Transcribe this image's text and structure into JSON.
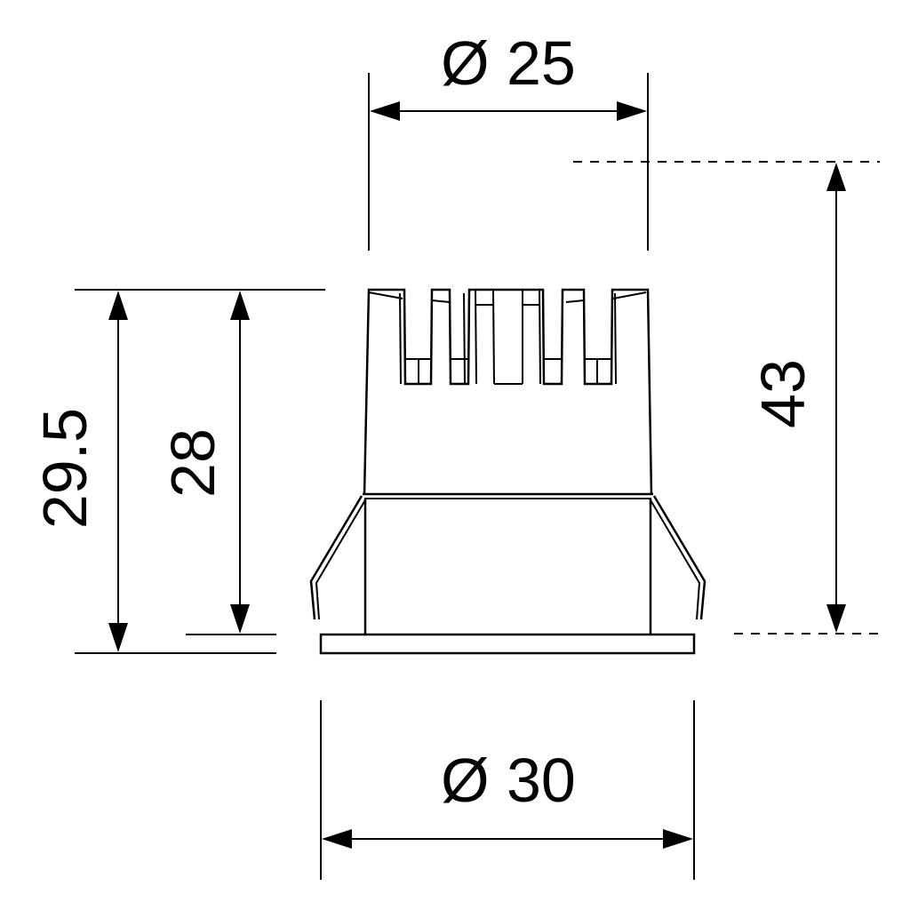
{
  "drawing": {
    "type": "technical dimension drawing",
    "subject": "recessed downlight with heatsink fins and spring clips",
    "units": "mm"
  },
  "dimensions": {
    "top_diameter": {
      "label": "Ø 25",
      "value": 25,
      "orientation": "horizontal"
    },
    "bottom_diameter": {
      "label": "Ø 30",
      "value": 30,
      "orientation": "horizontal"
    },
    "overall_height": {
      "label": "43",
      "value": 43,
      "orientation": "vertical"
    },
    "body_height_outer": {
      "label": "29.5",
      "value": 29.5,
      "orientation": "vertical"
    },
    "body_height_inner": {
      "label": "28",
      "value": 28,
      "orientation": "vertical"
    }
  },
  "colors": {
    "line": "#000000",
    "background": "#ffffff"
  }
}
